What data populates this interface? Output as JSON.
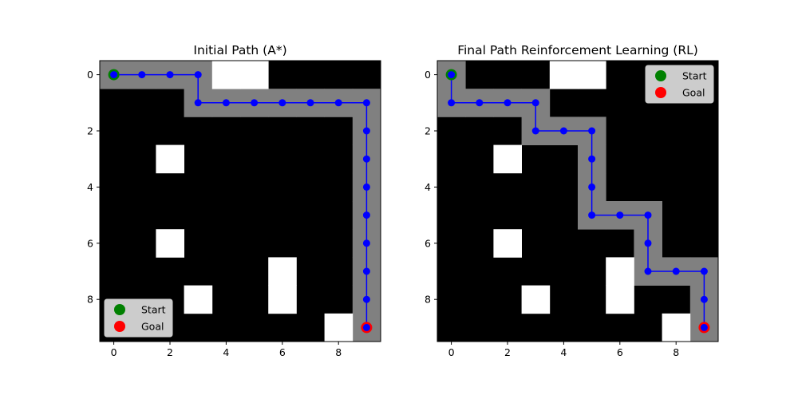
{
  "chart_data": [
    {
      "type": "heatmap",
      "title": "Initial Path (A*)",
      "grid_size": 10,
      "xlim": [
        -0.5,
        9.5
      ],
      "ylim": [
        9.5,
        -0.5
      ],
      "xticks": [
        0,
        2,
        4,
        6,
        8
      ],
      "yticks": [
        0,
        2,
        4,
        6,
        8
      ],
      "obstacle_cells": [
        [
          4,
          0
        ],
        [
          5,
          0
        ],
        [
          2,
          3
        ],
        [
          2,
          6
        ],
        [
          6,
          7
        ],
        [
          3,
          8
        ],
        [
          6,
          8
        ],
        [
          8,
          9
        ]
      ],
      "path_cells": [
        [
          0,
          0
        ],
        [
          1,
          0
        ],
        [
          2,
          0
        ],
        [
          3,
          0
        ],
        [
          3,
          1
        ],
        [
          4,
          1
        ],
        [
          5,
          1
        ],
        [
          6,
          1
        ],
        [
          7,
          1
        ],
        [
          8,
          1
        ],
        [
          9,
          1
        ],
        [
          9,
          2
        ],
        [
          9,
          3
        ],
        [
          9,
          4
        ],
        [
          9,
          5
        ],
        [
          9,
          6
        ],
        [
          9,
          7
        ],
        [
          9,
          8
        ],
        [
          9,
          9
        ]
      ],
      "start": [
        0,
        0
      ],
      "goal": [
        9,
        9
      ],
      "legend": {
        "location": "lower left",
        "entries": [
          {
            "label": "Start",
            "color": "#008000"
          },
          {
            "label": "Goal",
            "color": "#ff0000"
          }
        ]
      },
      "colors": {
        "free": "#000000",
        "obstacle": "#ffffff",
        "path_cell": "#808080",
        "path_line": "#0000ff"
      }
    },
    {
      "type": "heatmap",
      "title": "Final Path Reinforcement Learning (RL)",
      "grid_size": 10,
      "xlim": [
        -0.5,
        9.5
      ],
      "ylim": [
        9.5,
        -0.5
      ],
      "xticks": [
        0,
        2,
        4,
        6,
        8
      ],
      "yticks": [
        0,
        2,
        4,
        6,
        8
      ],
      "obstacle_cells": [
        [
          4,
          0
        ],
        [
          5,
          0
        ],
        [
          2,
          3
        ],
        [
          2,
          6
        ],
        [
          6,
          7
        ],
        [
          3,
          8
        ],
        [
          6,
          8
        ],
        [
          8,
          9
        ]
      ],
      "path_cells": [
        [
          0,
          0
        ],
        [
          0,
          1
        ],
        [
          1,
          1
        ],
        [
          2,
          1
        ],
        [
          3,
          1
        ],
        [
          3,
          2
        ],
        [
          4,
          2
        ],
        [
          5,
          2
        ],
        [
          5,
          3
        ],
        [
          5,
          4
        ],
        [
          5,
          5
        ],
        [
          6,
          5
        ],
        [
          7,
          5
        ],
        [
          7,
          6
        ],
        [
          7,
          7
        ],
        [
          8,
          7
        ],
        [
          9,
          7
        ],
        [
          9,
          8
        ],
        [
          9,
          9
        ]
      ],
      "start": [
        0,
        0
      ],
      "goal": [
        9,
        9
      ],
      "legend": {
        "location": "upper right",
        "entries": [
          {
            "label": "Start",
            "color": "#008000"
          },
          {
            "label": "Goal",
            "color": "#ff0000"
          }
        ]
      },
      "colors": {
        "free": "#000000",
        "obstacle": "#ffffff",
        "path_cell": "#808080",
        "path_line": "#0000ff"
      }
    }
  ]
}
